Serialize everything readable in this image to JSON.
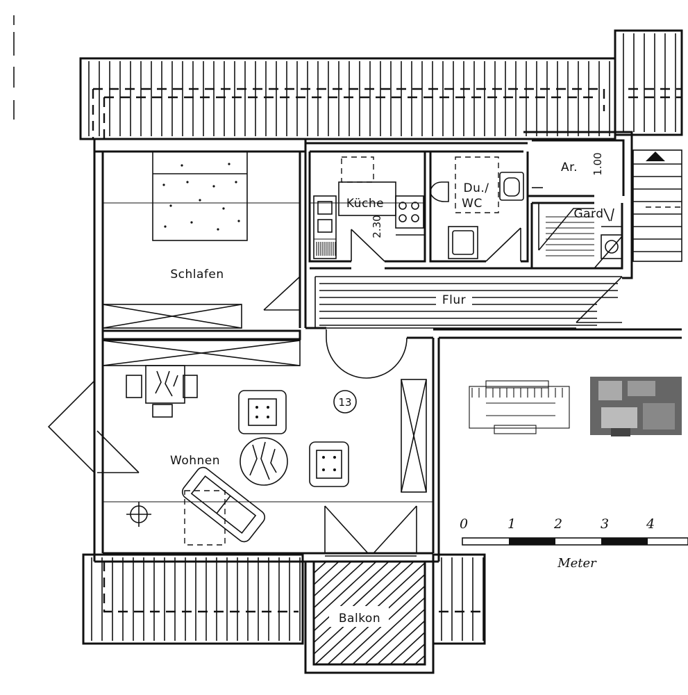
{
  "rooms": {
    "schlafen": "Schlafen",
    "kueche": "Küche",
    "du_wc": "Du./\nWC",
    "du_wc_line1": "Du./",
    "du_wc_line2": "WC",
    "ar": "Ar.",
    "gard": "Gard",
    "flur": "Flur",
    "wohnen": "Wohnen",
    "balkon": "Balkon"
  },
  "dimensions": {
    "kueche_height": "2.30",
    "ar_height": "1.00"
  },
  "unit_number": "13",
  "scale": {
    "ticks": [
      "0",
      "1",
      "2",
      "3",
      "4"
    ],
    "unit": "Meter"
  }
}
